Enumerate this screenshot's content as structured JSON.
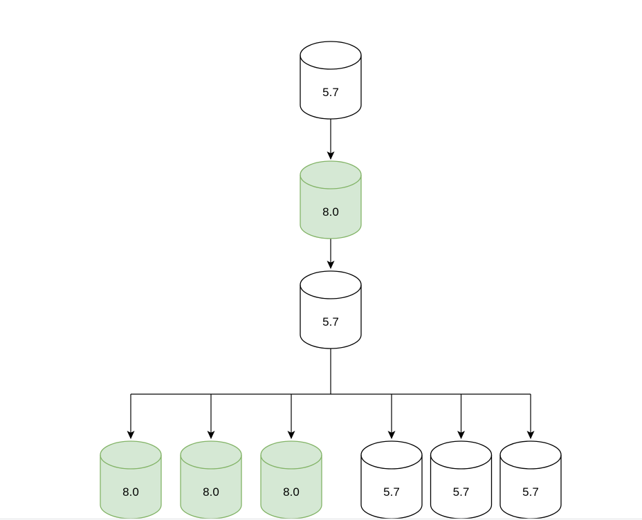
{
  "nodes": [
    {
      "id": "root",
      "label": "5.7",
      "variant": "white"
    },
    {
      "id": "intermediate",
      "label": "8.0",
      "variant": "green"
    },
    {
      "id": "branch",
      "label": "5.7",
      "variant": "white"
    },
    {
      "id": "leaf-1",
      "label": "8.0",
      "variant": "green"
    },
    {
      "id": "leaf-2",
      "label": "8.0",
      "variant": "green"
    },
    {
      "id": "leaf-3",
      "label": "8.0",
      "variant": "green"
    },
    {
      "id": "leaf-4",
      "label": "5.7",
      "variant": "white"
    },
    {
      "id": "leaf-5",
      "label": "5.7",
      "variant": "white"
    },
    {
      "id": "leaf-6",
      "label": "5.7",
      "variant": "white"
    }
  ],
  "edges": [
    {
      "from": "root",
      "to": "intermediate"
    },
    {
      "from": "intermediate",
      "to": "branch"
    },
    {
      "from": "branch",
      "to": "leaf-1"
    },
    {
      "from": "branch",
      "to": "leaf-2"
    },
    {
      "from": "branch",
      "to": "leaf-3"
    },
    {
      "from": "branch",
      "to": "leaf-4"
    },
    {
      "from": "branch",
      "to": "leaf-5"
    },
    {
      "from": "branch",
      "to": "leaf-6"
    }
  ],
  "colors": {
    "green_fill": "#d5e8d4",
    "green_stroke": "#82b366",
    "white_fill": "#ffffff",
    "node_stroke": "#000000",
    "edge": "#000000",
    "canvas_edge_line": "#e8eaec"
  }
}
